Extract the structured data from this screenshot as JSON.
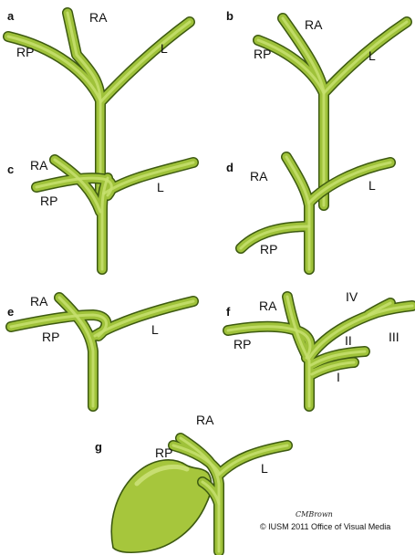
{
  "panels": {
    "a": {
      "letter": "a",
      "labels": {
        "ra": "RA",
        "rp": "RP",
        "l": "L"
      }
    },
    "b": {
      "letter": "b",
      "labels": {
        "ra": "RA",
        "rp": "RP",
        "l": "L"
      }
    },
    "c": {
      "letter": "c",
      "labels": {
        "ra": "RA",
        "rp": "RP",
        "l": "L"
      }
    },
    "d": {
      "letter": "d",
      "labels": {
        "ra": "RA",
        "rp": "RP",
        "l": "L"
      }
    },
    "e": {
      "letter": "e",
      "labels": {
        "ra": "RA",
        "rp": "RP",
        "l": "L"
      }
    },
    "f": {
      "letter": "f",
      "labels": {
        "ra": "RA",
        "rp": "RP",
        "iv": "IV",
        "iii": "III",
        "ii": "II",
        "i": "I"
      }
    },
    "g": {
      "letter": "g",
      "labels": {
        "ra": "RA",
        "rp": "RP",
        "l": "L"
      }
    }
  },
  "credit": {
    "signature": "CMBrown",
    "copyright": "© IUSM 2011 Office of Visual Media"
  },
  "colors": {
    "duct_fill": "#9fc23a",
    "duct_outline": "#3d5a10",
    "duct_highlight": "#c7e070",
    "gallbladder_fill": "#a6c63c"
  }
}
